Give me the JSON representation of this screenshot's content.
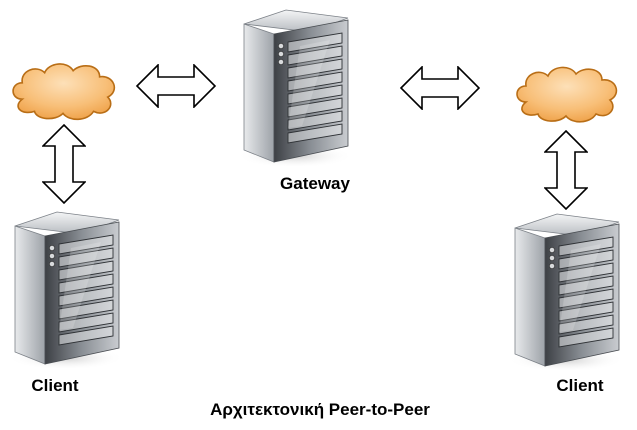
{
  "nodes": {
    "gateway": {
      "label": "Gateway",
      "icon": "server-tower-icon"
    },
    "client_left": {
      "label": "Client",
      "icon": "server-tower-icon"
    },
    "client_right": {
      "label": "Client",
      "icon": "server-tower-icon"
    },
    "cloud_left": {
      "icon": "cloud-icon"
    },
    "cloud_right": {
      "icon": "cloud-icon"
    }
  },
  "connectors": {
    "style": "double-headed-hollow-arrow",
    "links": [
      {
        "from": "cloud_left",
        "to": "gateway",
        "orientation": "horizontal"
      },
      {
        "from": "gateway",
        "to": "cloud_right",
        "orientation": "horizontal"
      },
      {
        "from": "cloud_left",
        "to": "client_left",
        "orientation": "vertical"
      },
      {
        "from": "cloud_right",
        "to": "client_right",
        "orientation": "vertical"
      }
    ]
  },
  "caption": "Αρχιτεκτονική Peer-to-Peer",
  "colors": {
    "cloud_fill": "#f9c07a",
    "cloud_stroke": "#c47a1e",
    "server_body": "#5f6368",
    "server_face": "#9aa0a6",
    "arrow_fill": "#ffffff",
    "arrow_stroke": "#000000"
  }
}
